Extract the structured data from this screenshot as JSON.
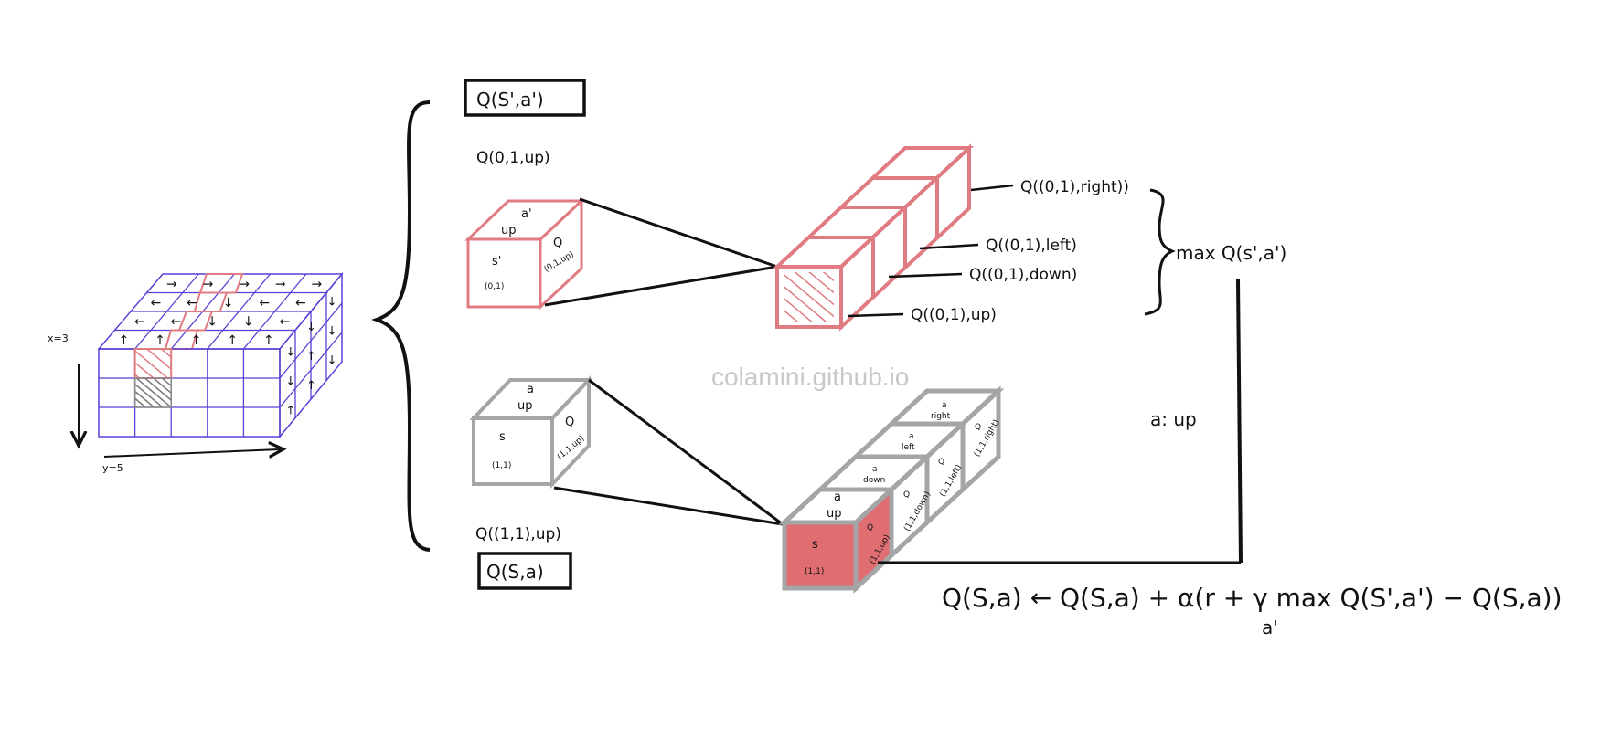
{
  "watermark": "colamini.github.io",
  "grid": {
    "x_label": "x=3",
    "y_label": "y=5",
    "top_arrows": [
      [
        "→",
        "→",
        "→",
        "→",
        "→"
      ],
      [
        "←",
        "←",
        "↓",
        "←",
        "←"
      ],
      [
        "←",
        "←",
        "↓",
        "↓",
        "←"
      ],
      [
        "↑",
        "↑",
        "↑",
        "↑",
        "↑"
      ]
    ],
    "side_arrows": [
      [
        "↓",
        "↓",
        "↓"
      ],
      [
        "↓",
        "↑",
        "↓"
      ],
      [
        "↑",
        "↑",
        "↓"
      ]
    ]
  },
  "boxed_labels": {
    "next": "Q(S',a')",
    "current": "Q(S,a)"
  },
  "next_state": {
    "q_caption": "Q(0,1,up)",
    "cube_top": "a'",
    "cube_top_sub": "up",
    "cube_front": "s'",
    "cube_front_sub": "(0,1)",
    "cube_side": "Q",
    "cube_side_sub": "(0,1,up)",
    "q_values": [
      "Q((0,1),right))",
      "Q((0,1),left)",
      "Q((0,1),down)",
      "Q((0,1),up)"
    ],
    "max_label": "max Q(s',a')"
  },
  "current_state": {
    "q_caption": "Q((1,1),up)",
    "cube_top": "a",
    "cube_top_sub": "up",
    "cube_front": "s",
    "cube_front_sub": "(1,1)",
    "cube_side": "Q",
    "cube_side_sub": "(1,1,up)",
    "column_cubes": [
      {
        "top": "a",
        "top_sub": "right",
        "side": "Q",
        "side_sub": "(1,1,right)"
      },
      {
        "top": "a",
        "top_sub": "left",
        "side": "Q",
        "side_sub": "(1,1,left)"
      },
      {
        "top": "a",
        "top_sub": "down",
        "side": "Q",
        "side_sub": "(1,1,down)"
      },
      {
        "top": "a",
        "top_sub": "up",
        "side": "Q",
        "side_sub": "(1,1,up)"
      }
    ],
    "front_cube": {
      "front": "s",
      "front_sub": "(1,1)"
    }
  },
  "action_label": "a: up",
  "update_rule": {
    "main": "Q(S,a) ← Q(S,a) + α(r + γ max Q(S',a') − Q(S,a))",
    "subscript": "a'"
  },
  "colors": {
    "grid": "#5b3fd6",
    "red": "#e07b82",
    "red_fill": "#e06d72",
    "gray": "#a5a5a5",
    "ink": "#111111"
  }
}
